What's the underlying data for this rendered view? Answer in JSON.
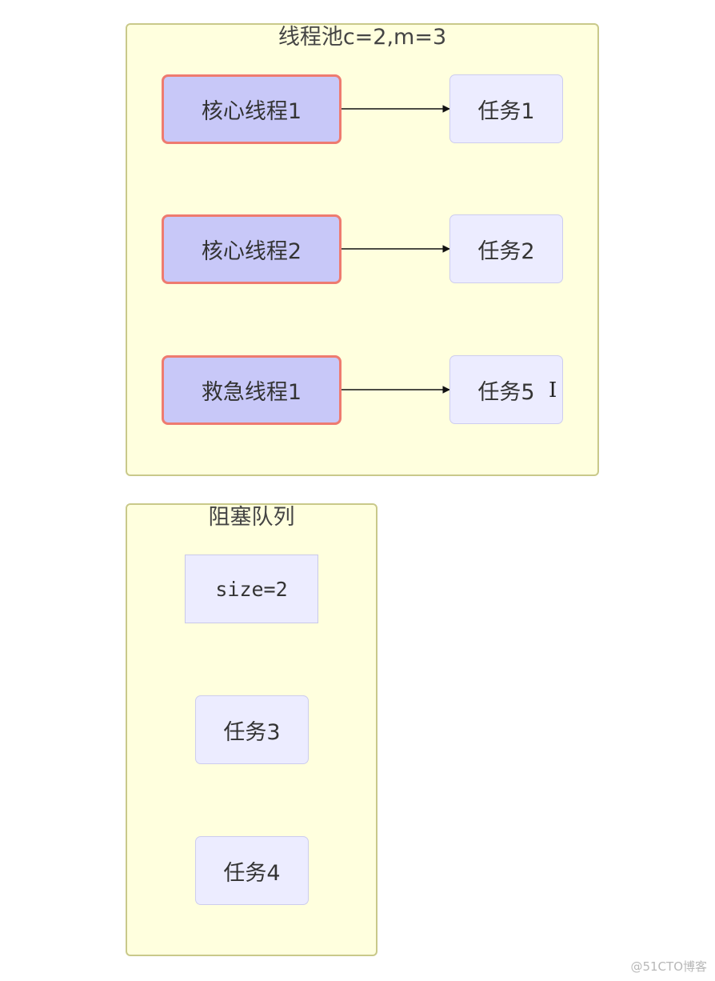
{
  "diagram": {
    "thread_pool": {
      "title": "线程池c=2,m=3",
      "rows": [
        {
          "thread": "核心线程1",
          "task": "任务1"
        },
        {
          "thread": "核心线程2",
          "task": "任务2"
        },
        {
          "thread": "救急线程1",
          "task": "任务5"
        }
      ]
    },
    "blocking_queue": {
      "title": "阻塞队列",
      "size_label": "size=2",
      "tasks": [
        "任务3",
        "任务4"
      ]
    },
    "colors": {
      "cluster_fill": "#ffffde",
      "cluster_border": "#c9c98a",
      "thread_fill": "#c8c8f8",
      "thread_border": "#ee7b70",
      "task_fill": "#ececff"
    }
  },
  "watermark": "@51CTO博客"
}
